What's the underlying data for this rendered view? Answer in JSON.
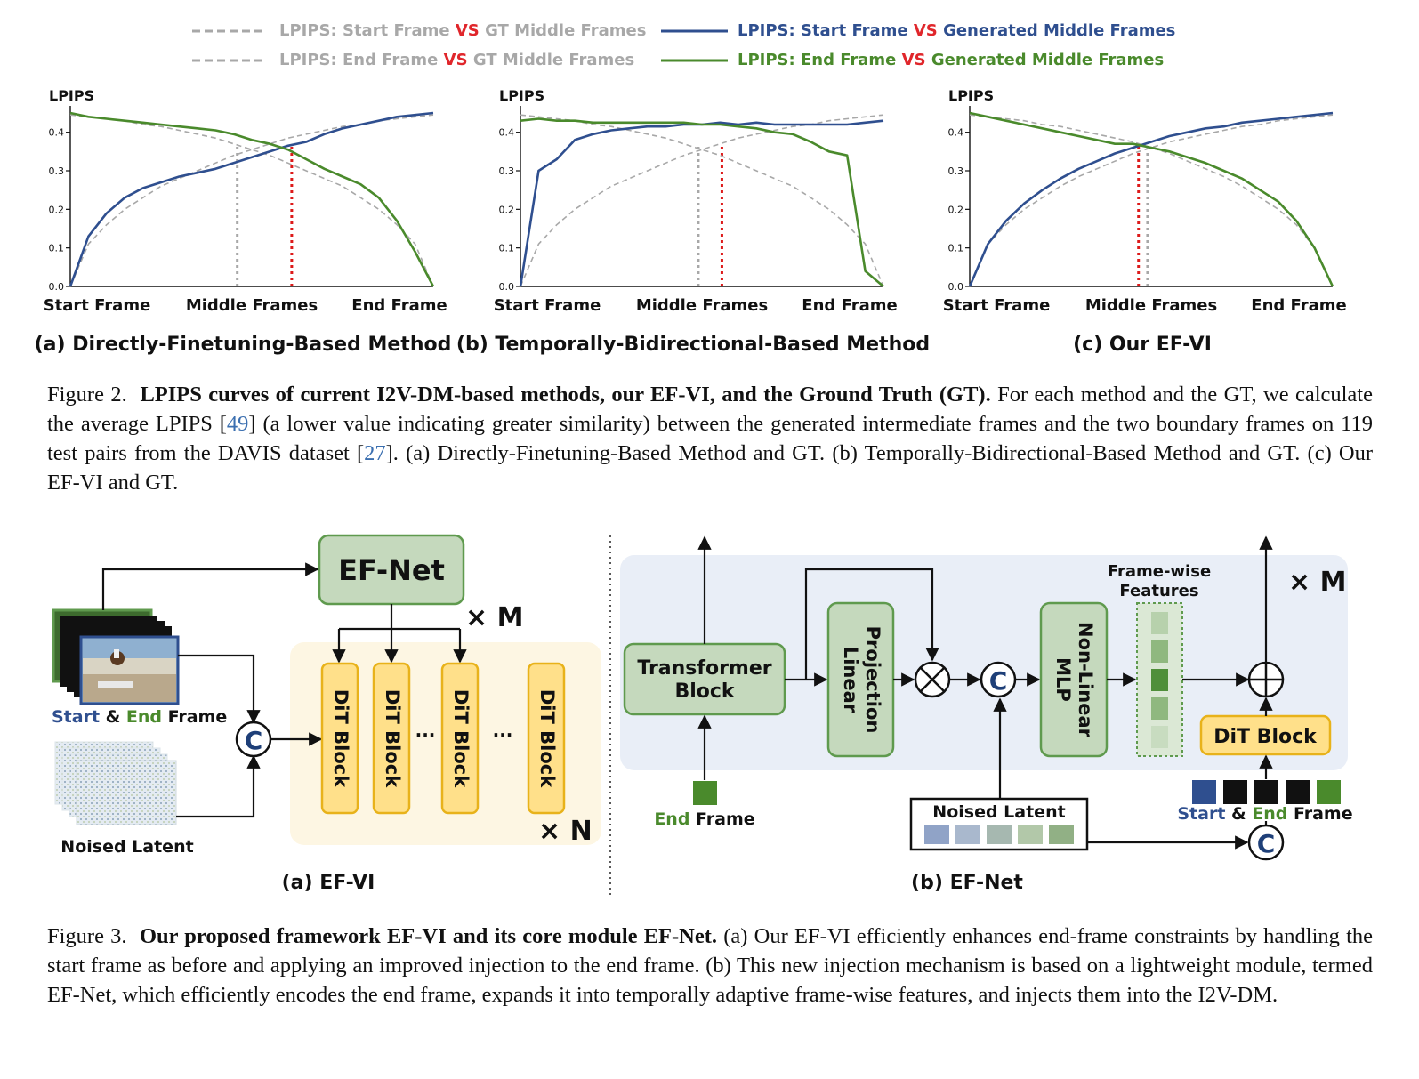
{
  "figure2": {
    "legend": [
      {
        "metric": "LPIPS: ",
        "a": "Start Frame",
        "vs": "VS",
        "b": "GT Middle Frames",
        "style": "dashed",
        "color": "#a8a8a8",
        "text_color": "#a8a8a8"
      },
      {
        "metric": "LPIPS: ",
        "a": "End Frame",
        "vs": "VS",
        "b": "GT Middle Frames",
        "style": "dashed",
        "color": "#a8a8a8",
        "text_color": "#a8a8a8"
      },
      {
        "metric": "LPIPS: ",
        "a": "Start Frame",
        "vs": "VS",
        "b": "Generated Middle Frames",
        "style": "solid",
        "color": "#2f4f8f",
        "text_color": "#2f4f8f"
      },
      {
        "metric": "LPIPS: ",
        "a": "End Frame",
        "vs": "VS",
        "b": "Generated Middle Frames",
        "style": "solid",
        "color": "#4a8a2c",
        "text_color": "#4a8a2c"
      }
    ],
    "vs_color": "#e0262b",
    "caption_label": "Figure 2.",
    "caption_bold": "LPIPS curves of current I2V-DM-based methods, our EF-VI, and the Ground Truth (GT).",
    "caption_part1": "For each method and the GT, we calculate the average LPIPS [",
    "caption_cite1": "49",
    "caption_part2": "] (a lower value indicating greater similarity) between the generated intermediate frames and the two boundary frames on 119 test pairs from the DAVIS dataset [",
    "caption_cite2": "27",
    "caption_part3": "]. (a) Directly-Finetuning-Based Method and GT. (b) Temporally-Bidirectional-Based Method and GT. (c) Our EF-VI and GT."
  },
  "chart_data": [
    {
      "type": "line",
      "title": "(a) Directly-Finetuning-Based Method",
      "ylabel": "LPIPS",
      "ylim": [
        0,
        0.45
      ],
      "yticks": [
        "0.0",
        "0.1",
        "0.2",
        "0.3",
        "0.4"
      ],
      "xtick_labels": [
        "Start Frame",
        "Middle Frames",
        "End Frame"
      ],
      "x": [
        0,
        0.05,
        0.1,
        0.15,
        0.2,
        0.25,
        0.3,
        0.35,
        0.4,
        0.45,
        0.5,
        0.55,
        0.6,
        0.65,
        0.7,
        0.75,
        0.8,
        0.85,
        0.9,
        0.95,
        1.0
      ],
      "series": [
        {
          "name": "LPIPS: Start Frame VS GT Middle Frames",
          "style": "dashed",
          "color": "#a8a8a8",
          "values": [
            0.0,
            0.11,
            0.16,
            0.2,
            0.23,
            0.26,
            0.28,
            0.3,
            0.32,
            0.34,
            0.355,
            0.37,
            0.385,
            0.395,
            0.405,
            0.415,
            0.42,
            0.43,
            0.435,
            0.44,
            0.445
          ]
        },
        {
          "name": "LPIPS: End Frame VS GT Middle Frames",
          "style": "dashed",
          "color": "#a8a8a8",
          "values": [
            0.445,
            0.44,
            0.435,
            0.43,
            0.42,
            0.415,
            0.405,
            0.395,
            0.385,
            0.37,
            0.355,
            0.34,
            0.32,
            0.3,
            0.28,
            0.26,
            0.23,
            0.2,
            0.16,
            0.11,
            0.0
          ]
        },
        {
          "name": "LPIPS: Start Frame VS Generated Middle Frames",
          "style": "solid",
          "color": "#2f4f8f",
          "values": [
            0.0,
            0.13,
            0.19,
            0.23,
            0.255,
            0.27,
            0.285,
            0.295,
            0.305,
            0.32,
            0.335,
            0.35,
            0.365,
            0.375,
            0.395,
            0.41,
            0.42,
            0.43,
            0.44,
            0.445,
            0.45
          ]
        },
        {
          "name": "LPIPS: End Frame VS Generated Middle Frames",
          "style": "solid",
          "color": "#4a8a2c",
          "values": [
            0.45,
            0.44,
            0.435,
            0.43,
            0.425,
            0.42,
            0.415,
            0.41,
            0.405,
            0.395,
            0.38,
            0.37,
            0.355,
            0.33,
            0.305,
            0.285,
            0.265,
            0.23,
            0.17,
            0.09,
            0.0
          ]
        }
      ],
      "markers": [
        {
          "x": 0.46,
          "color": "#a8a8a8"
        },
        {
          "x": 0.61,
          "color": "#dd1a1a"
        }
      ]
    },
    {
      "type": "line",
      "title": "(b) Temporally-Bidirectional-Based Method",
      "ylabel": "LPIPS",
      "ylim": [
        0,
        0.45
      ],
      "yticks": [
        "0.0",
        "0.1",
        "0.2",
        "0.3",
        "0.4"
      ],
      "xtick_labels": [
        "Start Frame",
        "Middle Frames",
        "End Frame"
      ],
      "x": [
        0,
        0.05,
        0.1,
        0.15,
        0.2,
        0.25,
        0.3,
        0.35,
        0.4,
        0.45,
        0.5,
        0.55,
        0.6,
        0.65,
        0.7,
        0.75,
        0.8,
        0.85,
        0.9,
        0.95,
        1.0
      ],
      "series": [
        {
          "name": "LPIPS: Start Frame VS GT Middle Frames",
          "style": "dashed",
          "color": "#a8a8a8",
          "values": [
            0.0,
            0.11,
            0.16,
            0.2,
            0.23,
            0.26,
            0.28,
            0.3,
            0.32,
            0.34,
            0.355,
            0.37,
            0.385,
            0.395,
            0.405,
            0.415,
            0.42,
            0.43,
            0.435,
            0.44,
            0.445
          ]
        },
        {
          "name": "LPIPS: End Frame VS GT Middle Frames",
          "style": "dashed",
          "color": "#a8a8a8",
          "values": [
            0.445,
            0.44,
            0.435,
            0.43,
            0.42,
            0.415,
            0.405,
            0.395,
            0.385,
            0.37,
            0.355,
            0.34,
            0.32,
            0.3,
            0.28,
            0.26,
            0.23,
            0.2,
            0.16,
            0.11,
            0.0
          ]
        },
        {
          "name": "LPIPS: Start Frame VS Generated Middle Frames",
          "style": "solid",
          "color": "#2f4f8f",
          "values": [
            0.0,
            0.3,
            0.33,
            0.38,
            0.395,
            0.405,
            0.41,
            0.415,
            0.415,
            0.42,
            0.42,
            0.425,
            0.42,
            0.425,
            0.42,
            0.42,
            0.42,
            0.42,
            0.42,
            0.425,
            0.43
          ]
        },
        {
          "name": "LPIPS: End Frame VS Generated Middle Frames",
          "style": "solid",
          "color": "#4a8a2c",
          "values": [
            0.43,
            0.435,
            0.43,
            0.43,
            0.425,
            0.425,
            0.425,
            0.425,
            0.425,
            0.425,
            0.42,
            0.42,
            0.415,
            0.41,
            0.4,
            0.395,
            0.375,
            0.35,
            0.34,
            0.04,
            0.0
          ]
        }
      ],
      "markers": [
        {
          "x": 0.49,
          "color": "#a8a8a8"
        },
        {
          "x": 0.555,
          "color": "#dd1a1a"
        }
      ]
    },
    {
      "type": "line",
      "title": "(c) Our EF-VI",
      "ylabel": "LPIPS",
      "ylim": [
        0,
        0.45
      ],
      "yticks": [
        "0.0",
        "0.1",
        "0.2",
        "0.3",
        "0.4"
      ],
      "xtick_labels": [
        "Start Frame",
        "Middle Frames",
        "End Frame"
      ],
      "x": [
        0,
        0.05,
        0.1,
        0.15,
        0.2,
        0.25,
        0.3,
        0.35,
        0.4,
        0.45,
        0.5,
        0.55,
        0.6,
        0.65,
        0.7,
        0.75,
        0.8,
        0.85,
        0.9,
        0.95,
        1.0
      ],
      "series": [
        {
          "name": "LPIPS: Start Frame VS GT Middle Frames",
          "style": "dashed",
          "color": "#a8a8a8",
          "values": [
            0.0,
            0.11,
            0.16,
            0.2,
            0.23,
            0.26,
            0.285,
            0.305,
            0.325,
            0.345,
            0.36,
            0.375,
            0.385,
            0.395,
            0.405,
            0.415,
            0.42,
            0.43,
            0.435,
            0.44,
            0.445
          ]
        },
        {
          "name": "LPIPS: End Frame VS GT Middle Frames",
          "style": "dashed",
          "color": "#a8a8a8",
          "values": [
            0.445,
            0.44,
            0.435,
            0.43,
            0.42,
            0.415,
            0.405,
            0.395,
            0.385,
            0.375,
            0.36,
            0.345,
            0.325,
            0.305,
            0.285,
            0.26,
            0.23,
            0.2,
            0.16,
            0.1,
            0.0
          ]
        },
        {
          "name": "LPIPS: Start Frame VS Generated Middle Frames",
          "style": "solid",
          "color": "#2f4f8f",
          "values": [
            0.0,
            0.11,
            0.17,
            0.215,
            0.25,
            0.28,
            0.305,
            0.325,
            0.345,
            0.36,
            0.375,
            0.39,
            0.4,
            0.41,
            0.415,
            0.425,
            0.43,
            0.435,
            0.44,
            0.445,
            0.45
          ]
        },
        {
          "name": "LPIPS: End Frame VS Generated Middle Frames",
          "style": "solid",
          "color": "#4a8a2c",
          "values": [
            0.45,
            0.44,
            0.43,
            0.42,
            0.41,
            0.4,
            0.39,
            0.38,
            0.37,
            0.37,
            0.36,
            0.35,
            0.335,
            0.32,
            0.3,
            0.28,
            0.25,
            0.22,
            0.17,
            0.1,
            0.0
          ]
        }
      ],
      "markers": [
        {
          "x": 0.465,
          "color": "#dd1a1a"
        },
        {
          "x": 0.49,
          "color": "#a8a8a8"
        }
      ]
    }
  ],
  "figure3": {
    "left": {
      "ef_net_label": "EF-Net",
      "times_m": "× M",
      "times_n": "× N",
      "dit_labels": [
        "DiT Block",
        "DiT Block",
        "DiT Block",
        "DiT Block"
      ],
      "ellipsis": "···",
      "concat_symbol": "C",
      "start_word": "Start",
      "amp": " & ",
      "end_word": "End",
      "frame_word": " Frame",
      "noised_latent": "Noised Latent",
      "subtitle": "(a) EF-VI"
    },
    "right": {
      "transformer_block": [
        "Transformer",
        "Block"
      ],
      "linear_projection": [
        "Linear",
        "Projection"
      ],
      "non_linear_mlp": [
        "Non-Linear",
        "MLP"
      ],
      "frame_wise_features": [
        "Frame-wise",
        "Features"
      ],
      "times_m": "× M",
      "dit_block": "DiT Block",
      "end_word": "End",
      "frame_word": " Frame",
      "noised_latent": "Noised Latent",
      "start_word": "Start",
      "amp": " & ",
      "concat_symbol": "C",
      "subtitle": "(b) EF-Net"
    },
    "caption_label": "Figure 3.",
    "caption_bold": "Our proposed framework EF-VI and its core module EF-Net.",
    "caption_text": "(a) Our EF-VI efficiently enhances end-frame constraints by handling the start frame as before and applying an improved injection to the end frame. (b) This new injection mechanism is based on a lightweight module, termed EF-Net, which efficiently encodes the end frame, expands it into temporally adaptive frame-wise features, and injects them into the I2V-DM."
  },
  "colors": {
    "blue": "#2f4f8f",
    "green": "#4a8a2c",
    "gray": "#a8a8a8",
    "red": "#dd1a1a",
    "node_green": "#c5d9bd",
    "node_green_border": "#5f9a4e",
    "dit_yellow": "#ffe08a",
    "dit_border": "#e8b21a",
    "panel_yellow": "#fdf6e3",
    "panel_blue": "#e9eef7"
  }
}
